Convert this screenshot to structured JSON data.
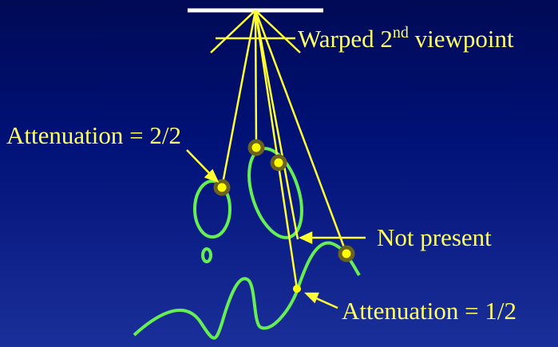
{
  "colors": {
    "background": "#001177",
    "rays": "#ffff33",
    "surfaces": "#66ee55",
    "image_plane": "#ffffff",
    "samples_fill": "#ffff00",
    "samples_ring": "#6b6220",
    "text": "#ffff66"
  },
  "labels": {
    "viewpoint_main": "Warped 2",
    "viewpoint_sup": "nd",
    "viewpoint_tail": " viewpoint",
    "attenuation_full": "Attenuation = 2/2",
    "not_present": "Not present",
    "attenuation_half": "Attenuation = 1/2"
  }
}
